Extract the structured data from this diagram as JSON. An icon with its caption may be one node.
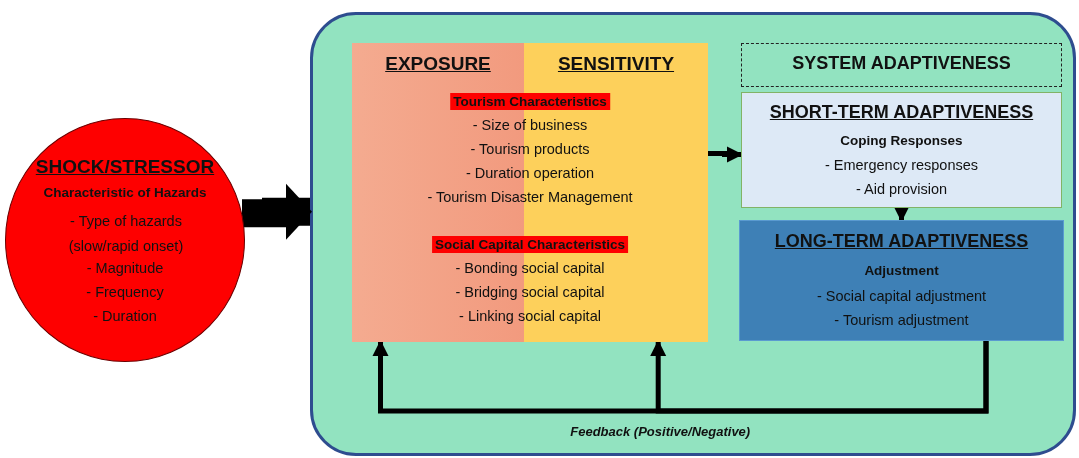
{
  "diagram": {
    "nodes": [
      {
        "text": [
          "SHOCK/STRESSOR",
          "Characteristic of Hazards",
          "- Type of hazards (slow/rapid onset)",
          "- Magnitude",
          "- Frequency",
          "- Duration"
        ]
      },
      {
        "text": [],
        "shape": "box"
      },
      {
        "text": [
          "EXPOSURE",
          "SENSITIVITY",
          "Tourism Characteristics",
          "- Size of business",
          "- Tourism products",
          "- Duration operation",
          "- Tourism Disaster Management",
          "Social Capital Characteristics",
          "- Bonding social capital",
          "- Bridging social capital",
          "- Linking social capital"
        ],
        "in": 1
      },
      {
        "text": [
          "SYSTEM ADAPTIVENESS"
        ],
        "in": 1
      },
      {
        "text": [
          "SHORT-TERM ADAPTIVENESS",
          "Coping Responses",
          "- Emergency responses",
          "- Aid provision"
        ],
        "in": 1
      },
      {
        "text": [
          "LONG-TERM ADAPTIVENESS",
          "Adjustment",
          "- Social capital adjustment",
          "- Tourism adjustment"
        ],
        "in": 1
      }
    ],
    "edges": [
      {
        "from": 0,
        "to": 1,
        "arrow": "to",
        "style": "thick"
      },
      {
        "from": 2,
        "to": 4,
        "arrow": "to"
      },
      {
        "from": 4,
        "to": 5,
        "arrow": "to"
      },
      {
        "from": 5,
        "to": 2,
        "arrow": "to",
        "label": "Feedback (Positive/Negative)"
      },
      {
        "from": 5,
        "to": 2,
        "arrow": "to"
      }
    ]
  }
}
